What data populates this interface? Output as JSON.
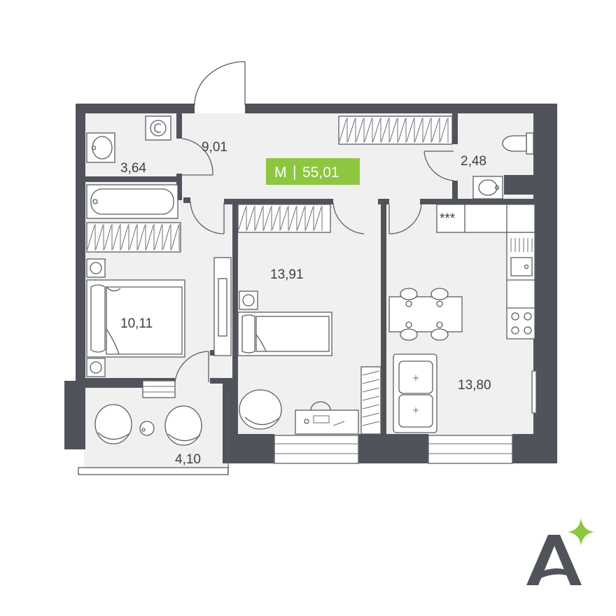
{
  "badge": {
    "type_label": "М",
    "separator": "|",
    "total_area": "55,01",
    "color": "#8dc63f"
  },
  "rooms": {
    "bathroom": "3,64",
    "hallway": "9,01",
    "toilet": "2,48",
    "bedroom": "10,11",
    "living_room": "13,91",
    "kitchen": "13,80",
    "balcony": "4,10"
  },
  "kitchen_counter_mark": "***",
  "logo": {
    "letter_color": "#50535a",
    "star_color": "#8dc63f",
    "icon": "a-star-logo"
  },
  "colors": {
    "wall": "#50535a",
    "floor": "#f0f0f0"
  }
}
